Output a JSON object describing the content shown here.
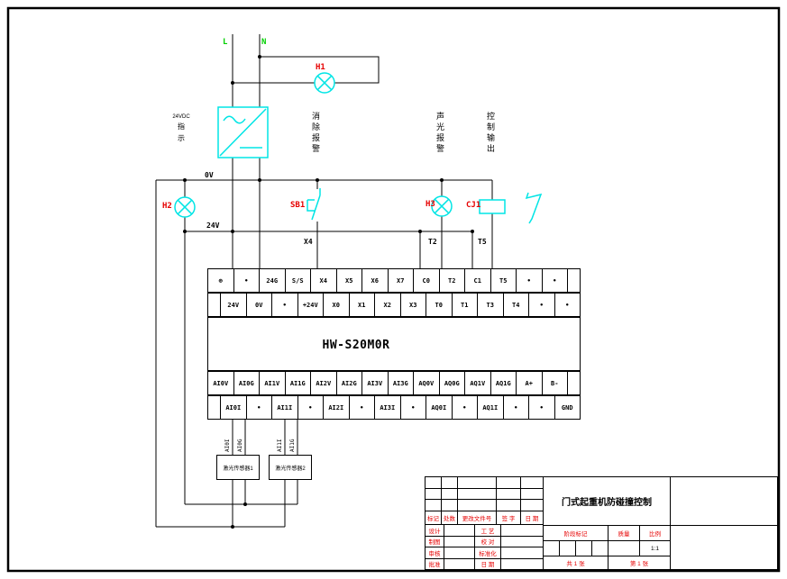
{
  "top": {
    "l_label": "L",
    "n_label": "N",
    "h1_label": "H1"
  },
  "psu": {
    "line1": "24VDC",
    "line2": "指",
    "line3": "示"
  },
  "annotations": {
    "clear_alarm": "消除报警",
    "sound_light_alarm": "声光报警",
    "control_output": "控制输出"
  },
  "mid": {
    "h2_label": "H2",
    "sb1_label": "SB1",
    "h3_label": "H3",
    "cj1_label": "CJ1",
    "rail_0v": "0V",
    "rail_24v": "24V",
    "wire_x4": "X4",
    "wire_t2": "T2",
    "wire_t5": "T5"
  },
  "plc": {
    "model": "HW-S20M0R",
    "rowA": [
      "⊕",
      "•",
      "24G",
      "S/S",
      "X4",
      "X5",
      "X6",
      "X7",
      "C0",
      "T2",
      "C1",
      "T5",
      "•",
      "•"
    ],
    "rowB": [
      "24V",
      "0V",
      "•",
      "+24V",
      "X0",
      "X1",
      "X2",
      "X3",
      "T0",
      "T1",
      "T3",
      "T4",
      "•",
      "•"
    ],
    "rowC": [
      "AI0V",
      "AI0G",
      "AI1V",
      "AI1G",
      "AI2V",
      "AI2G",
      "AI3V",
      "AI3G",
      "AQ0V",
      "AQ0G",
      "AQ1V",
      "AQ1G",
      "A+",
      "B-"
    ],
    "rowD": [
      "AI0I",
      "•",
      "AI1I",
      "•",
      "AI2I",
      "•",
      "AI3I",
      "•",
      "AQ0I",
      "•",
      "AQ1I",
      "•",
      "•",
      "GND"
    ]
  },
  "sensors": {
    "sensor1": "激光传感器1",
    "sensor2": "激光传感器2",
    "w1": "AI0I",
    "w2": "AI0G",
    "w3": "AI1I",
    "w4": "AI1G"
  },
  "titleblock": {
    "header": [
      "标记",
      "处数",
      "更改文件号",
      "签 字",
      "日 期"
    ],
    "rows": [
      [
        "设计",
        "工 艺"
      ],
      [
        "制图",
        "校 对"
      ],
      [
        "审核",
        "标准化"
      ],
      [
        "批准",
        "日 期"
      ]
    ],
    "title": "门式起重机防碰撞控制",
    "stage": "阶段标记",
    "mass": "质量",
    "scale": "比例",
    "scale_val": "1:1",
    "sheets_total": "共 1 张",
    "sheet_no": "第 1 张"
  },
  "colors": {
    "symbol_cyan": "#00e5e5",
    "label_red": "#e60000",
    "ln_green": "#00d000"
  }
}
